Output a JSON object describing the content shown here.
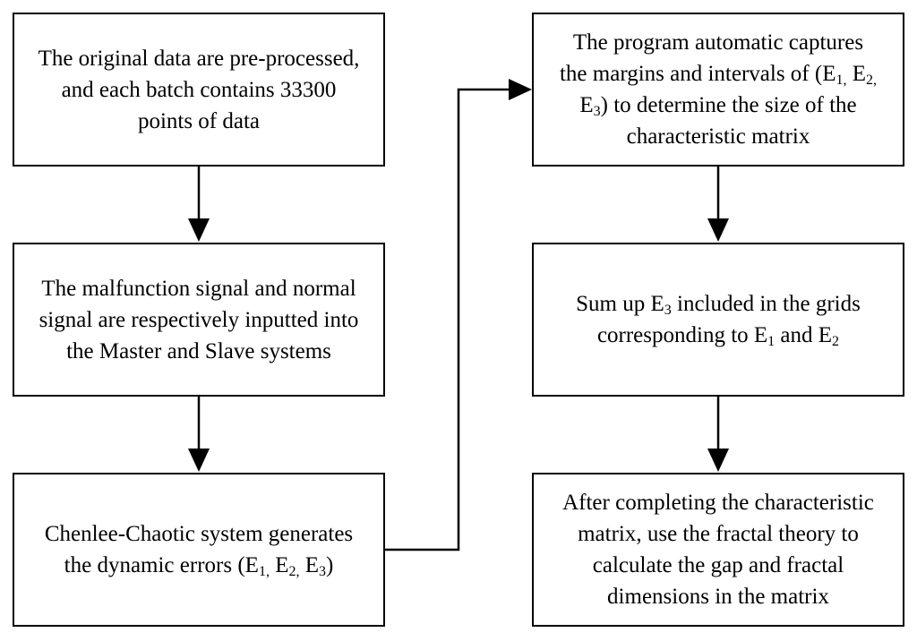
{
  "steps": [
    {
      "id": "preprocess",
      "lines": [
        "The original data are pre-processed,",
        "and each batch contains 33300",
        "points of data"
      ]
    },
    {
      "id": "input-signals",
      "lines": [
        "The malfunction signal and normal",
        "signal are respectively inputted into",
        "the Master and Slave systems"
      ]
    },
    {
      "id": "generate-errors",
      "lines": [
        "Chenlee-Chaotic system generates",
        "the dynamic errors (E",
        "1,",
        " E",
        "2,",
        " E",
        "3",
        ")"
      ]
    },
    {
      "id": "capture-margins",
      "lines": [
        "The program automatic captures",
        "the margins and intervals of (E",
        "1,",
        " E",
        "2,",
        "E",
        "3",
        ") to determine the size of the",
        "characteristic matrix"
      ]
    },
    {
      "id": "sum-up",
      "lines": [
        "Sum up E",
        "3",
        " included in the grids",
        "corresponding to E",
        "1",
        " and E",
        "2"
      ]
    },
    {
      "id": "fractal",
      "lines": [
        "After completing the characteristic",
        "matrix, use the fractal theory to",
        "calculate the gap and fractal",
        "dimensions in the matrix"
      ]
    }
  ]
}
